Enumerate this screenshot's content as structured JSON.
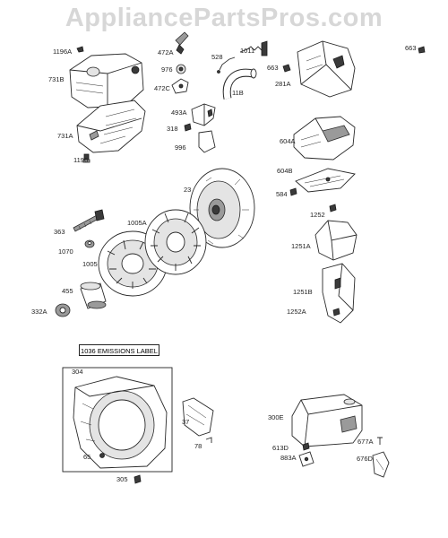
{
  "watermark": "AppliancePartsPros.com",
  "emissions_label": "1036 EMISSIONS LABEL",
  "callouts": {
    "c1196A": "1196A",
    "c731B": "731B",
    "c731A": "731A",
    "c1196": "1196",
    "c472A": "472A",
    "c976": "976",
    "c472C": "472C",
    "c528": "528",
    "c1011": "1011",
    "c11B": "11B",
    "c663a": "663",
    "c663b": "663",
    "c281A": "281A",
    "c493A": "493A",
    "c318": "318",
    "c996": "996",
    "c604A": "604A",
    "c604B": "604B",
    "c584": "584",
    "c23": "23",
    "c1252": "1252",
    "c1251A": "1251A",
    "c363": "363",
    "c1005A": "1005A",
    "c1070": "1070",
    "c1005": "1005",
    "c455": "455",
    "c332A": "332A",
    "c1251B": "1251B",
    "c1252A": "1252A",
    "c304": "304",
    "c65": "65",
    "c305": "305",
    "c37": "37",
    "c78": "78",
    "c300E": "300E",
    "c613D": "613D",
    "c883A": "883A",
    "c677A": "677A",
    "c676D": "676D"
  }
}
